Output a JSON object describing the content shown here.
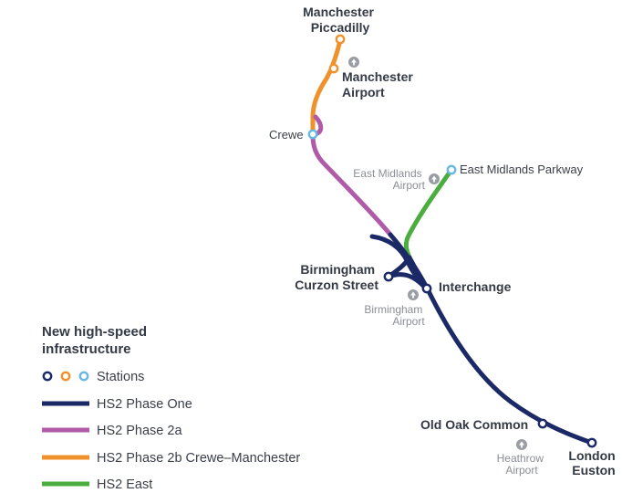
{
  "colors": {
    "phase_one": "#1b2a66",
    "phase_2a": "#b05ba8",
    "phase_2b": "#f0922b",
    "east": "#4cad3f",
    "station_light": "#6ab8e2",
    "airport_icon": "#9a9ea4",
    "text": "#333a45"
  },
  "stations": {
    "manchester_piccadilly": [
      "Manchester",
      "Piccadilly"
    ],
    "manchester_airport": [
      "Manchester",
      "Airport"
    ],
    "crewe": "Crewe",
    "east_midlands_parkway": "East Midlands Parkway",
    "birmingham_curzon": [
      "Birmingham",
      "Curzon Street"
    ],
    "interchange": "Interchange",
    "old_oak_common": "Old Oak Common",
    "london_euston": [
      "London",
      "Euston"
    ]
  },
  "airports": {
    "east_midlands": [
      "East Midlands",
      "Airport"
    ],
    "birmingham": [
      "Birmingham",
      "Airport"
    ],
    "heathrow": [
      "Heathrow",
      "Airport"
    ]
  },
  "legend": {
    "title": [
      "New high-speed",
      "infrastructure"
    ],
    "stations_label": "Stations",
    "phase_one": "HS2 Phase One",
    "phase_2a": "HS2 Phase 2a",
    "phase_2b": "HS2 Phase 2b Crewe–Manchester",
    "east": "HS2 East"
  }
}
